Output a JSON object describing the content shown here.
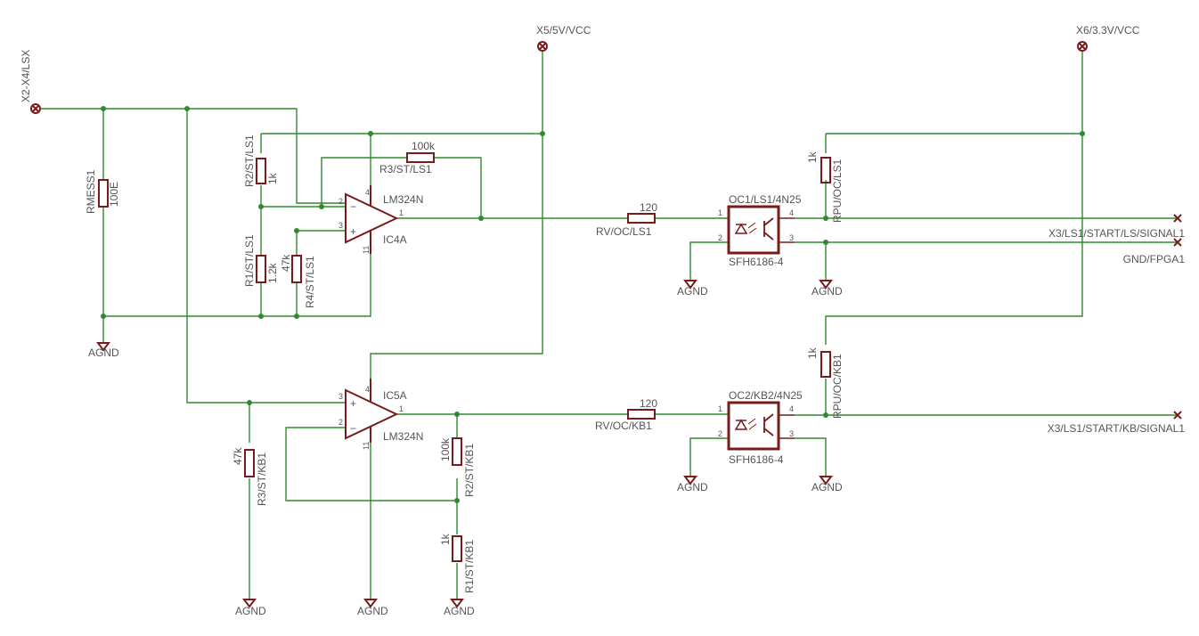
{
  "title": "",
  "connectors": {
    "x2": "X2-X4/LSX",
    "x5": "X5/5V/VCC",
    "x6": "X6/3.3V/VCC",
    "x3_ls": "X3/LS1/START/LS/SIGNAL1",
    "gnd_fpga": "GND/FPGA1",
    "x3_kb": "X3/LS1/START/KB/SIGNAL1"
  },
  "ground_label": "AGND",
  "components": {
    "rmess": {
      "name": "RMESS1",
      "value": "100E"
    },
    "r2_ls": {
      "name": "R2/ST/LS1",
      "value": "1k"
    },
    "r1_ls": {
      "name": "R1/ST/LS1",
      "value": "1.2k"
    },
    "r4_ls": {
      "name": "R4/ST/LS1",
      "value": "47k"
    },
    "r3_ls": {
      "name": "R3/ST/LS1",
      "value": "100k"
    },
    "ic4a": {
      "name": "IC4A",
      "part": "LM324N",
      "pins": [
        "4",
        "2",
        "3",
        "1",
        "11"
      ]
    },
    "rv_ls": {
      "name": "RV/OC/LS1",
      "value": "120"
    },
    "oc1": {
      "name": "OC1/LS1/4N25",
      "part": "SFH6186-4",
      "pins": [
        "1",
        "2",
        "4",
        "3"
      ]
    },
    "rpu_ls": {
      "name": "RPU/OC/LS1",
      "value": "1k"
    },
    "ic5a": {
      "name": "IC5A",
      "part": "LM324N",
      "pins": [
        "3",
        "2",
        "4",
        "1",
        "11"
      ]
    },
    "r3_kb": {
      "name": "R3/ST/KB1",
      "value": "47k"
    },
    "r2_kb": {
      "name": "R2/ST/KB1",
      "value": "100k"
    },
    "r1_kb": {
      "name": "R1/ST/KB1",
      "value": "1k"
    },
    "rv_kb": {
      "name": "RV/OC/KB1",
      "value": "120"
    },
    "oc2": {
      "name": "OC2/KB2/4N25",
      "part": "SFH6186-4",
      "pins": [
        "1",
        "2",
        "4",
        "3"
      ]
    },
    "rpu_kb": {
      "name": "RPU/OC/KB1",
      "value": "1k"
    }
  },
  "colors": {
    "wire": "#2f8a2f",
    "component": "#7a1b1b",
    "text": "#555555"
  }
}
